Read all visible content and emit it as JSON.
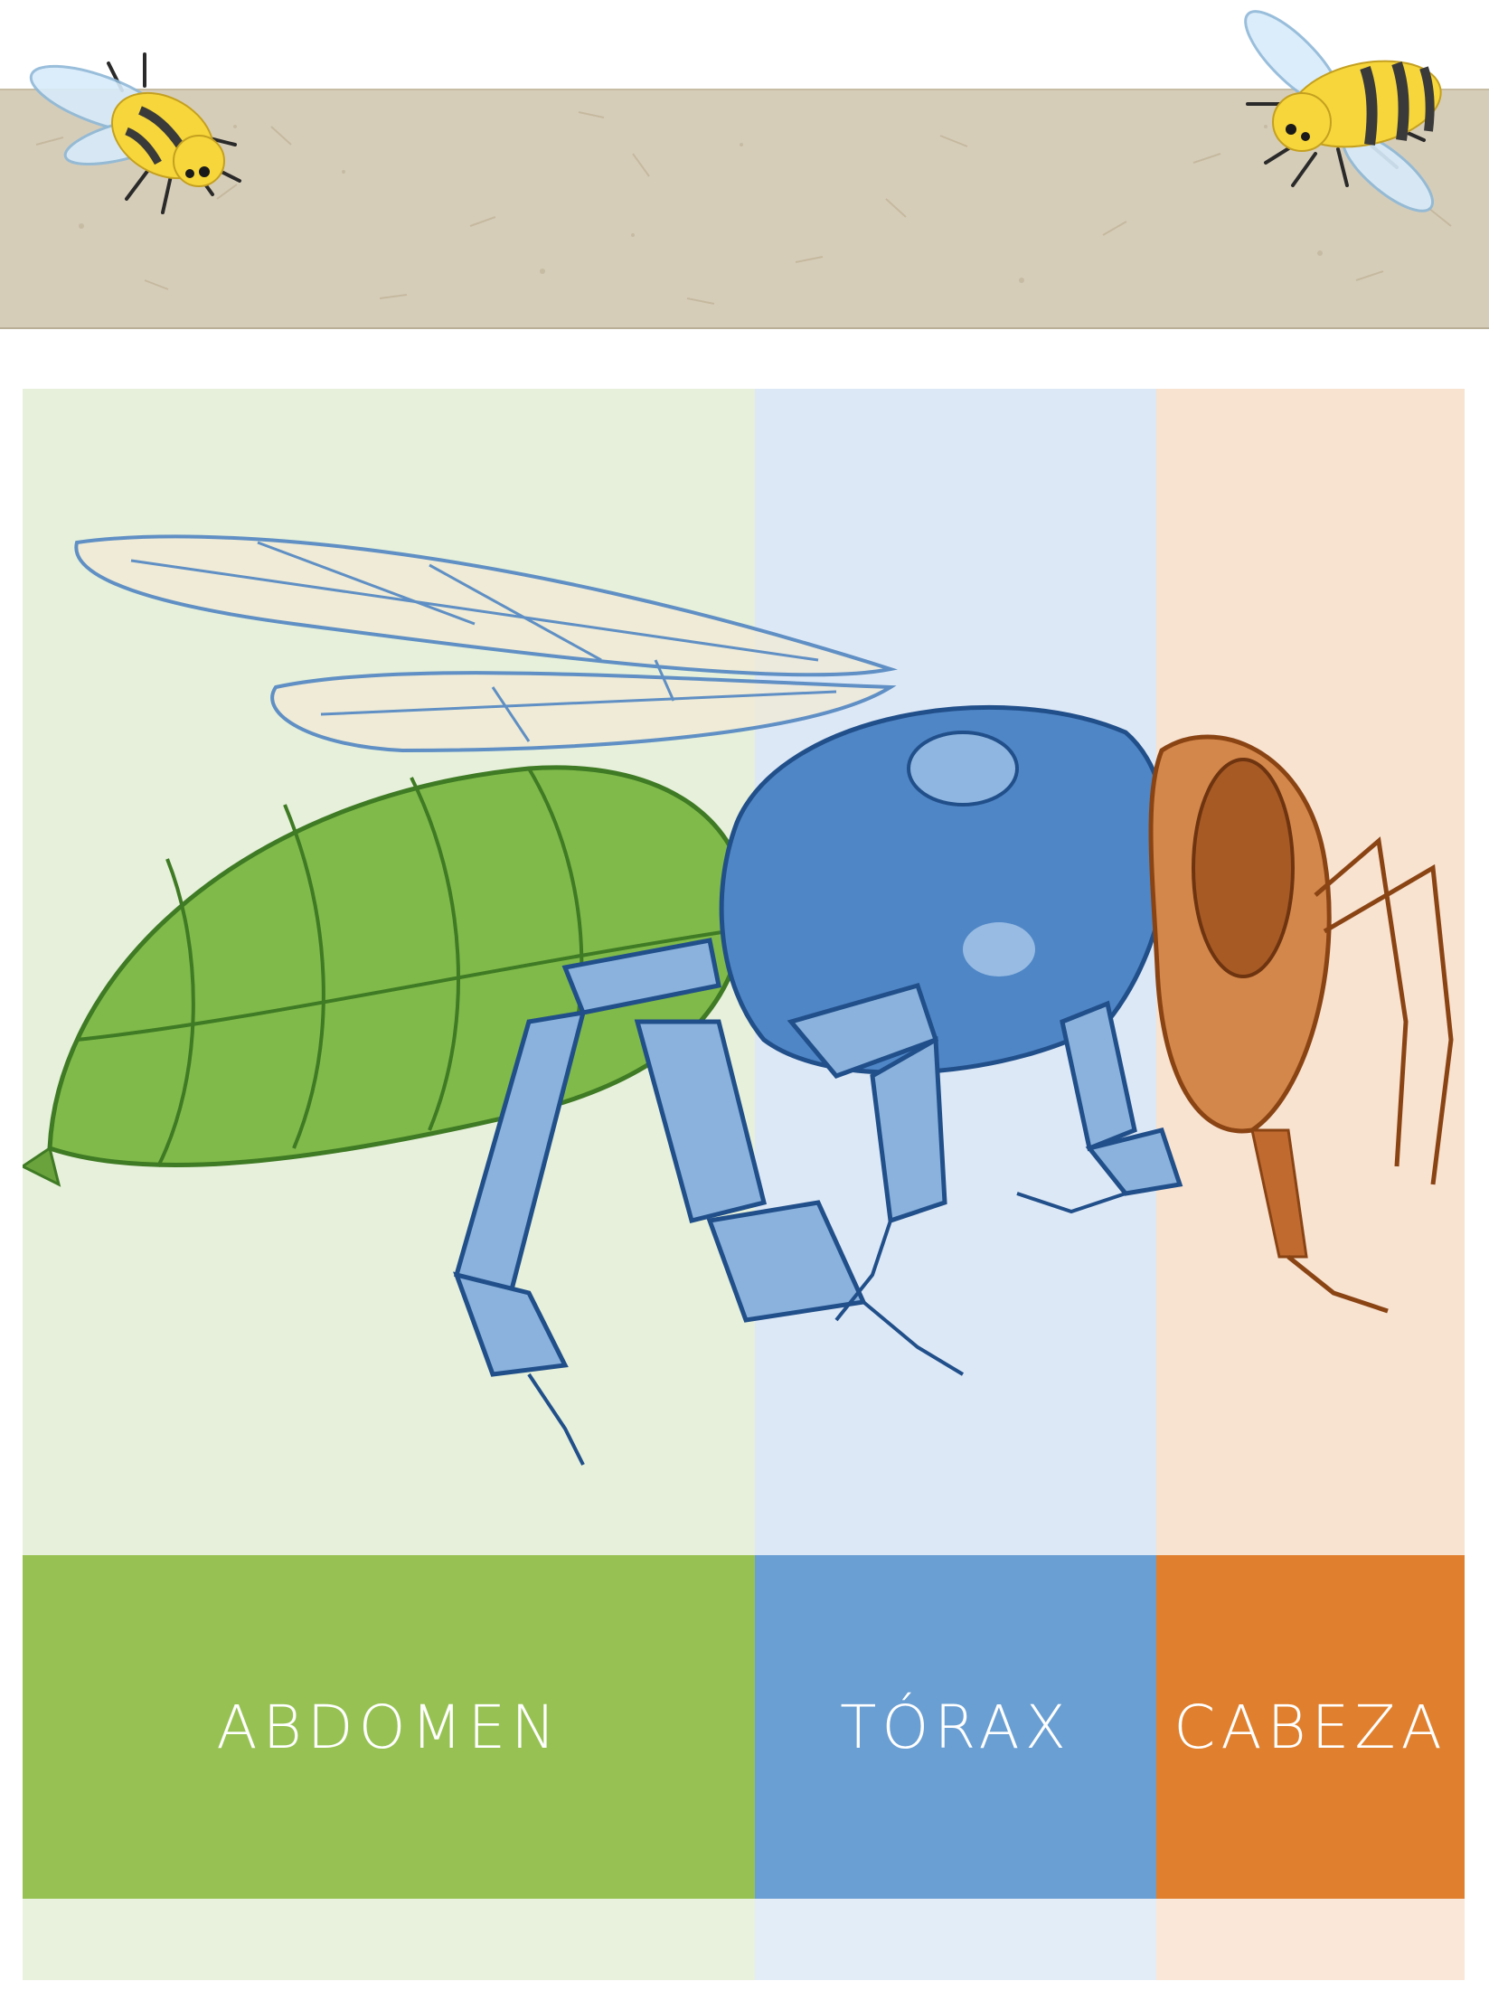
{
  "segments": {
    "abdomen": {
      "label": "ABDOMEN",
      "color": "#97c253",
      "tint": "#e6f0da",
      "figure": "abdomen-green"
    },
    "torax": {
      "label": "TÓRAX",
      "color": "#6a9fd3",
      "tint": "#dce8f6",
      "figure": "thorax-blue"
    },
    "cabeza": {
      "label": "CABEZA",
      "color": "#e0802e",
      "tint": "#f8e2d0",
      "figure": "head-orange"
    }
  },
  "decorations": {
    "banner": "paper-texture",
    "bees": [
      "cartoon-bee-icon",
      "cartoon-bee-icon"
    ]
  }
}
